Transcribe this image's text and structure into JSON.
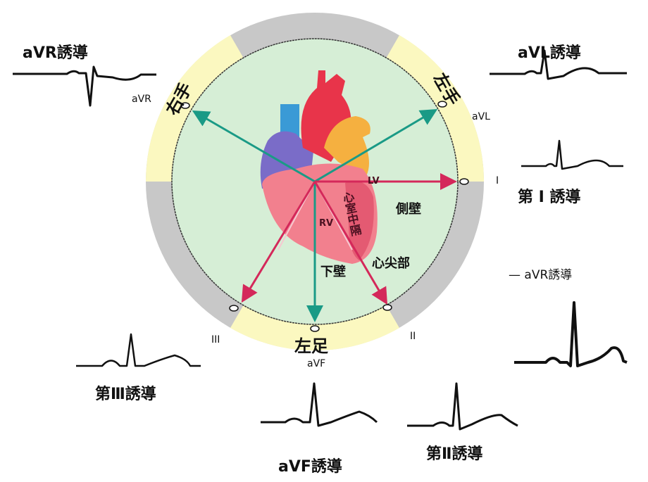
{
  "colors": {
    "ring_yellow": "#fbf8c0",
    "ring_gray": "#c8c8c8",
    "inner": "#d6eed6",
    "teal": "#1a9a86",
    "red": "#d4285a"
  },
  "leads": {
    "avr_title": "aVR誘導",
    "avl_title": "aVL誘導",
    "lead1_title": "第 I 誘導",
    "avr_title2": "— aVR誘導",
    "lead3_title": "第Ⅲ誘導",
    "avf_title": "aVF誘導",
    "lead2_title": "第Ⅱ誘導"
  },
  "markers": {
    "avr": "aVR",
    "avl": "aVL",
    "i": "I",
    "iii": "III",
    "ii": "II",
    "avf": "aVF"
  },
  "limbs": {
    "right_hand": "右手",
    "left_hand": "左手",
    "left_foot": "左足"
  },
  "regions": {
    "lateral": "側壁",
    "apex": "心尖部",
    "inferior": "下壁",
    "rv": "RV",
    "lv": "LV",
    "septum": "心室中隔"
  }
}
